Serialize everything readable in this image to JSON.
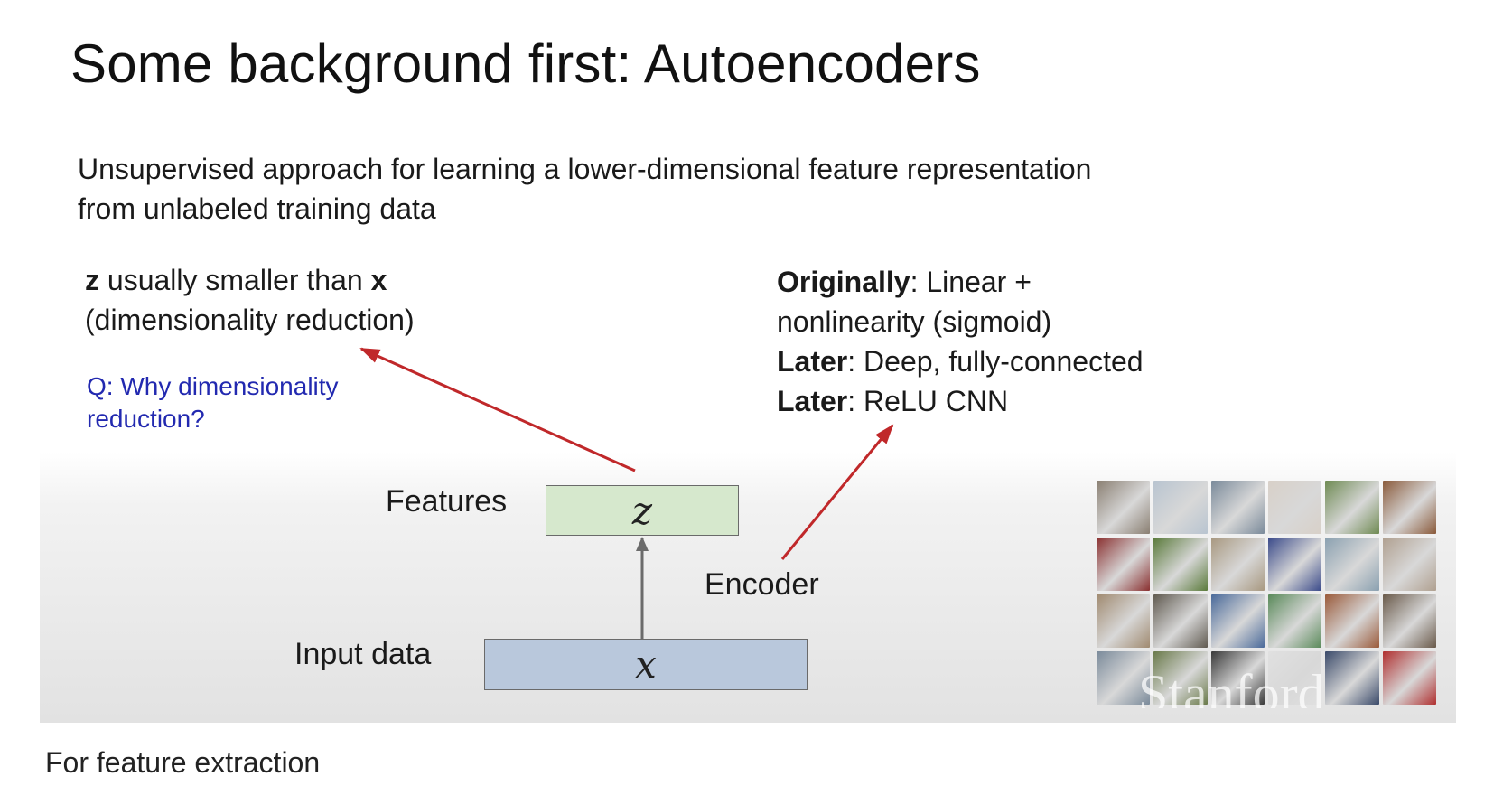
{
  "slide": {
    "title": "Some background first: Autoencoders",
    "intro_line1": "Unsupervised approach for learning a lower-dimensional feature representation",
    "intro_line2": "from unlabeled training data",
    "left_note": {
      "z_bold": "z",
      "text1": " usually smaller than ",
      "x_bold": "x",
      "line2": "(dimensionality reduction)"
    },
    "question": {
      "line1": "Q: Why dimensionality",
      "line2": "reduction?"
    },
    "right_note": {
      "originally_bold": "Originally",
      "originally_text": ": Linear +",
      "line2": "nonlinearity (sigmoid)",
      "later1_bold": "Later",
      "later1_text": ": Deep, fully-connected",
      "later2_bold": "Later",
      "later2_text": ": ReLU CNN"
    },
    "diagram": {
      "features_label": "Features",
      "input_label": "Input data",
      "encoder_label": "Encoder",
      "z_symbol": "z",
      "x_symbol": "x"
    },
    "watermark": "Stanford"
  },
  "caption": "For feature extraction",
  "colors": {
    "arrow_red": "#c0282a",
    "arrow_gray": "#6b6b6b",
    "question_blue": "#2229b0",
    "features_box": "#d6e8cd",
    "input_box": "#b9c8dc"
  },
  "thumbnails": [
    "#8a7f72",
    "#b8c4d0",
    "#7a8a9a",
    "#d8d0c8",
    "#6e8a52",
    "#8a5a3a",
    "#8a3030",
    "#5a7a3a",
    "#a89880",
    "#3a4a8a",
    "#8aa0b0",
    "#b0a090",
    "#a08a70",
    "#605a50",
    "#4a6a9a",
    "#5a8a5a",
    "#9a5a3a",
    "#6a5a4a",
    "#7a8a9a",
    "#6a7a4a",
    "#3a3a3a",
    "#e0e0e0",
    "#3a4a6a",
    "#b03030"
  ]
}
